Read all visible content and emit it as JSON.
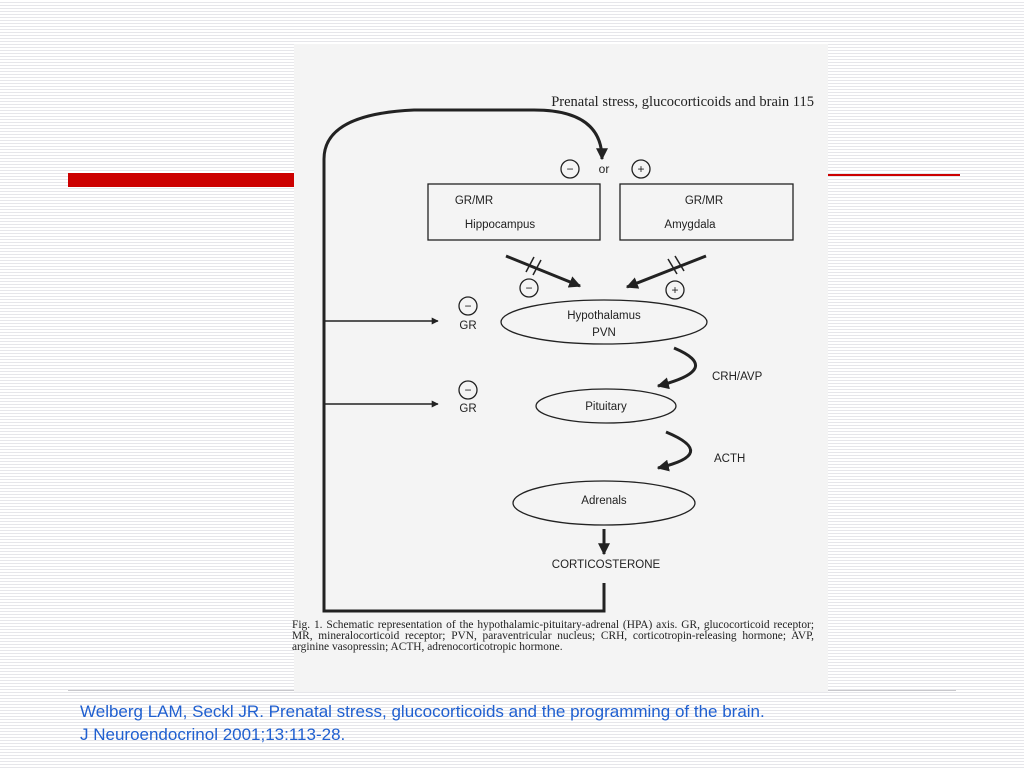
{
  "figure": {
    "header": "Prenatal stress, glucocorticoids and brain  115",
    "or_label": "or",
    "sign_minus": "−",
    "sign_plus": "+",
    "hippocampus_box": {
      "line1": "GR/MR",
      "line2": "Hippocampus"
    },
    "amygdala_box": {
      "line1": "GR/MR",
      "line2": "Amygdala"
    },
    "hypothalamus": {
      "line1": "Hypothalamus",
      "line2": "PVN"
    },
    "pituitary": "Pituitary",
    "adrenals": "Adrenals",
    "gr_label": "GR",
    "crh_avp": "CRH/AVP",
    "acth": "ACTH",
    "corticosterone": "CORTICOSTERONE",
    "caption": "Fig. 1. Schematic representation of the hypothalamic-pituitary-adrenal (HPA) axis. GR, glucocorticoid receptor; MR, mineralocorticoid receptor; PVN, paraventricular nucleus; CRH, corticotropin-releasing hormone; AVP, arginine vasopressin; ACTH, adrenocorticotropic hormone."
  },
  "citation": {
    "line1": "Welberg LAM, Seckl JR. Prenatal stress, glucocorticoids and the programming of the brain.",
    "line2": "J Neuroendocrinol 2001;13:113-28."
  }
}
